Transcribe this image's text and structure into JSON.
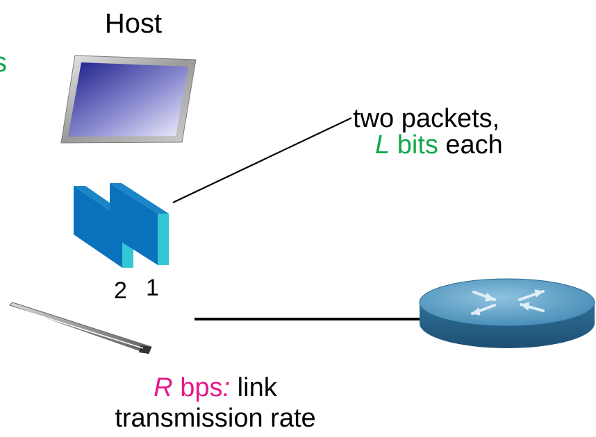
{
  "host": {
    "label": "Host",
    "cut_off_text": "s"
  },
  "packets": {
    "line1": "two packets,",
    "line2_var": "L",
    "line2_mid": " bits",
    "line2_end": " each",
    "numbers": [
      "2",
      "1"
    ]
  },
  "link": {
    "rate_var": "R",
    "rate_unit": " bps",
    "rate_colon": ":",
    "rate_text": " link",
    "line2": "transmission rate"
  },
  "colors": {
    "accent_green": "#11a84a",
    "accent_pink": "#e7178b",
    "packet_front": "#0a72bd",
    "packet_side": "#33c6d4",
    "router_body": "#3a7ea6",
    "router_top": "#6aa9cd"
  },
  "icons": [
    "laptop-screen-icon",
    "laptop-keyboard-icon",
    "packet-icon",
    "router-icon"
  ]
}
